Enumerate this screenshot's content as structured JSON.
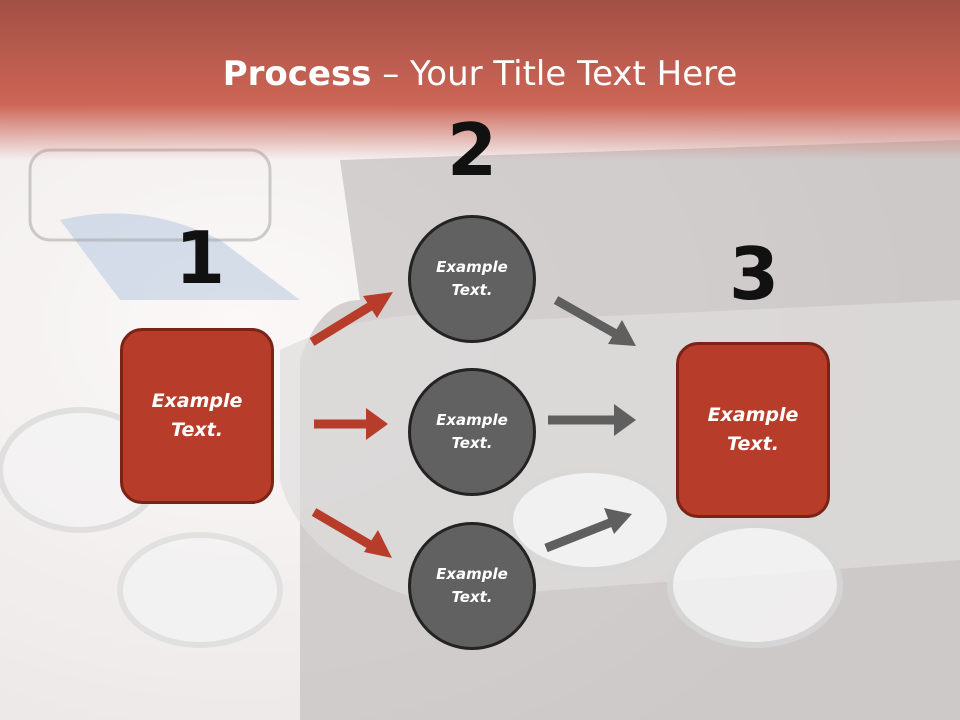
{
  "title": {
    "bold": "Process",
    "rest": " – Your Title Text Here"
  },
  "steps": {
    "one": "1",
    "two": "2",
    "three": "3"
  },
  "start_box": {
    "line1": "Example",
    "line2": "Text."
  },
  "circles": [
    {
      "line1": "Example",
      "line2": "Text."
    },
    {
      "line1": "Example",
      "line2": "Text."
    },
    {
      "line1": "Example",
      "line2": "Text."
    }
  ],
  "end_box": {
    "line1": "Example",
    "line2": "Text."
  },
  "colors": {
    "red": "#b83c2a",
    "gray": "#616161",
    "red_arrow": "#b83c2a",
    "gray_arrow": "#5f5f5f"
  }
}
